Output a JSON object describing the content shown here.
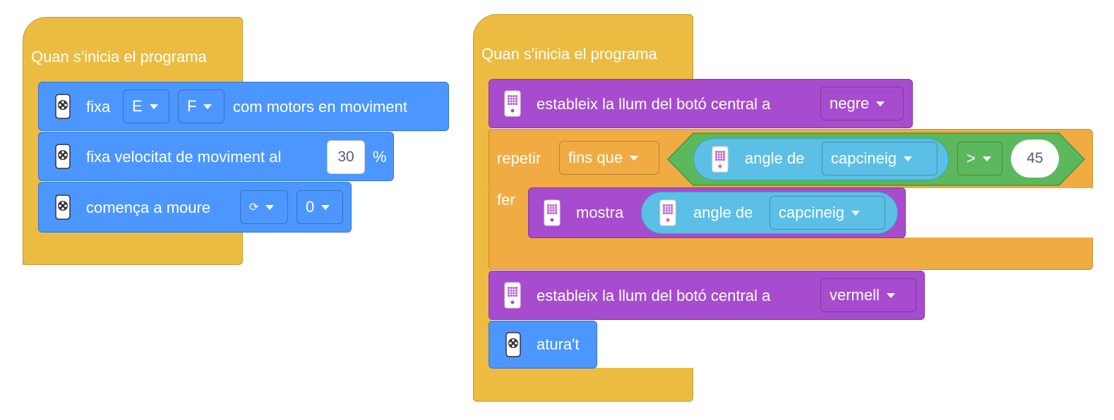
{
  "colors": {
    "events": "#ebbc41",
    "motion": "#4c97ff",
    "light": "#a74ccf",
    "control": "#f0ac42",
    "operators": "#5cb85c",
    "sensors": "#5cbfe6"
  },
  "icons": {
    "motor_pair": "motor-pair-icon",
    "hub": "hub-icon"
  },
  "script1": {
    "hat_label": "Quan s'inicia el programa",
    "set_motors": {
      "label": "fixa",
      "port_a": "E",
      "port_b": "F",
      "suffix": "com motors en moviment"
    },
    "set_speed": {
      "label": "fixa velocitat de moviment al",
      "value": "30",
      "unit": "%"
    },
    "start_moving": {
      "label": "comença a moure",
      "direction_symbol": "⟳",
      "value": "0"
    }
  },
  "script2": {
    "hat_label": "Quan s'inicia el programa",
    "set_light_1": {
      "label": "estableix la llum del botó central a",
      "color": "negre"
    },
    "repeat": {
      "label": "repetir",
      "mode": "fins que",
      "do_label": "fer",
      "condition": {
        "angle_label": "angle de",
        "angle_axis": "capcineig",
        "operator": ">",
        "value": "45"
      },
      "show": {
        "label": "mostra",
        "angle_label": "angle de",
        "angle_axis": "capcineig"
      }
    },
    "set_light_2": {
      "label": "estableix la llum del botó central a",
      "color": "vermell"
    },
    "stop": {
      "label": "atura't"
    }
  }
}
